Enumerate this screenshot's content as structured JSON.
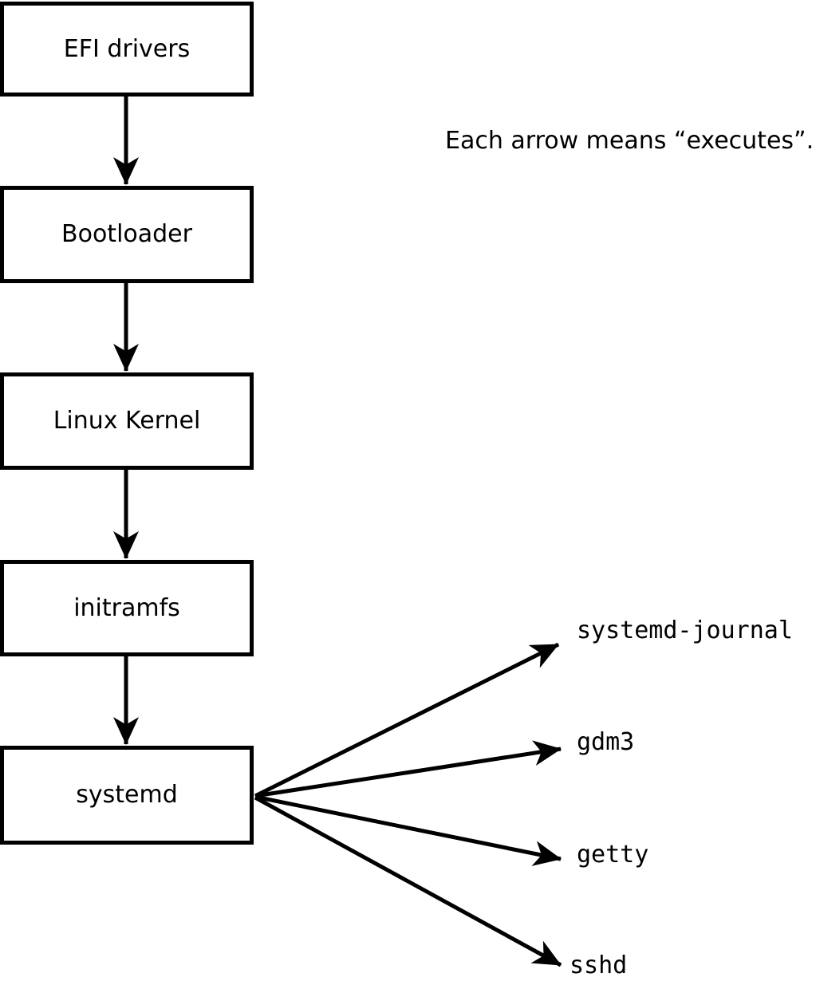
{
  "annotation": "Each arrow means “executes”.",
  "diagram": {
    "nodes": [
      {
        "id": "efi-drivers",
        "label": "EFI drivers"
      },
      {
        "id": "bootloader",
        "label": "Bootloader"
      },
      {
        "id": "linux-kernel",
        "label": "Linux Kernel"
      },
      {
        "id": "initramfs",
        "label": "initramfs"
      },
      {
        "id": "systemd",
        "label": "systemd"
      }
    ],
    "targets": [
      {
        "id": "systemd-journal",
        "label": "systemd-journal"
      },
      {
        "id": "gdm3",
        "label": "gdm3"
      },
      {
        "id": "getty",
        "label": "getty"
      },
      {
        "id": "sshd",
        "label": "sshd"
      }
    ],
    "edge_meaning": "executes",
    "edges": [
      {
        "from": "EFI drivers",
        "to": "Bootloader"
      },
      {
        "from": "Bootloader",
        "to": "Linux Kernel"
      },
      {
        "from": "Linux Kernel",
        "to": "initramfs"
      },
      {
        "from": "initramfs",
        "to": "systemd"
      },
      {
        "from": "systemd",
        "to": "systemd-journal"
      },
      {
        "from": "systemd",
        "to": "gdm3"
      },
      {
        "from": "systemd",
        "to": "getty"
      },
      {
        "from": "systemd",
        "to": "sshd"
      }
    ],
    "colors": {
      "stroke": "#000000",
      "background": "#ffffff",
      "box_fill": "#ffffff"
    }
  }
}
